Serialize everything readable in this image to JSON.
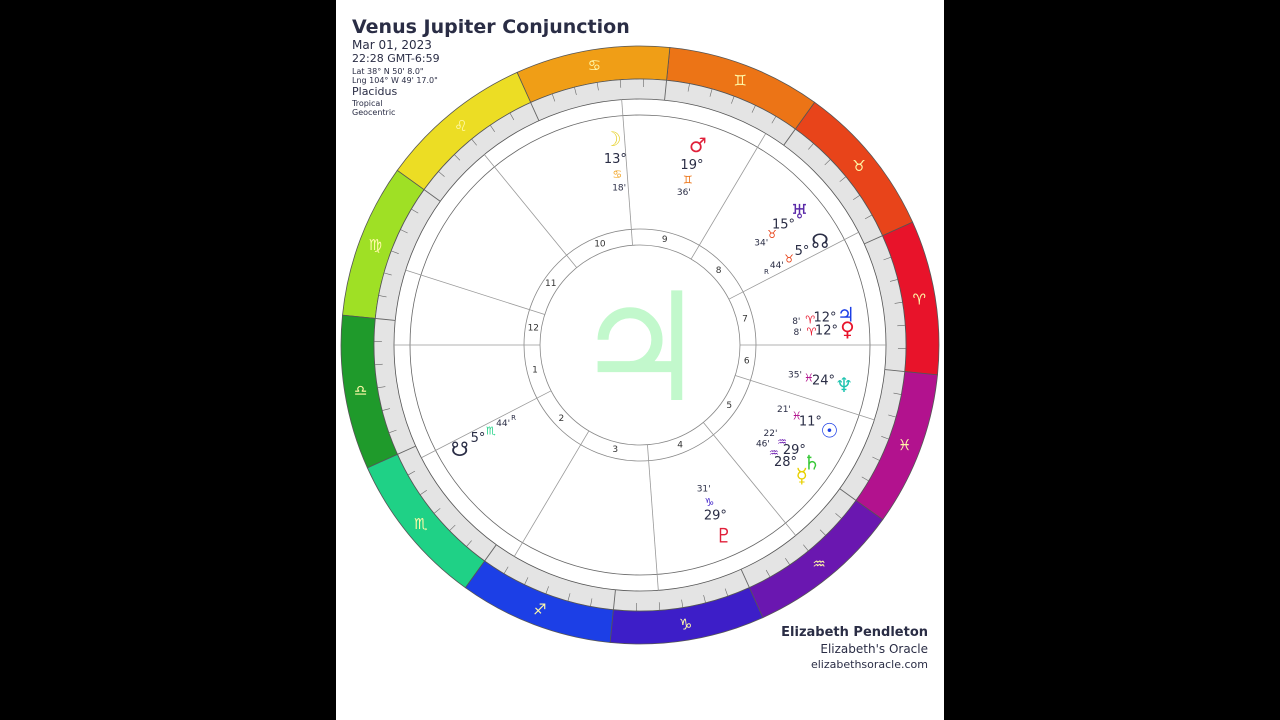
{
  "header": {
    "title": "Venus Jupiter Conjunction",
    "date": "Mar 01, 2023",
    "time": "22:28 GMT-6:59",
    "latitude": "Lat 38° N 50' 8.0\"",
    "longitude": "Lng 104° W 49' 17.0\"",
    "house_system": "Placidus",
    "zodiac": "Tropical",
    "reference": "Geocentric"
  },
  "footer": {
    "author": "Elizabeth Pendleton",
    "brand": "Elizabeth's Oracle",
    "website": "elizabethsoracle.com"
  },
  "chart_data": {
    "type": "natal-wheel",
    "ascendant_longitude": 185.73,
    "signs": [
      {
        "name": "Aries",
        "glyph": "♈",
        "color": "#e8132a"
      },
      {
        "name": "Taurus",
        "glyph": "♉",
        "color": "#e8441a"
      },
      {
        "name": "Gemini",
        "glyph": "♊",
        "color": "#ec7416"
      },
      {
        "name": "Cancer",
        "glyph": "♋",
        "color": "#f09e16"
      },
      {
        "name": "Leo",
        "glyph": "♌",
        "color": "#ecdd24"
      },
      {
        "name": "Virgo",
        "glyph": "♍",
        "color": "#9fe025"
      },
      {
        "name": "Libra",
        "glyph": "♎",
        "color": "#1f9a2b"
      },
      {
        "name": "Scorpio",
        "glyph": "♏",
        "color": "#1fd186"
      },
      {
        "name": "Sagittarius",
        "glyph": "♐",
        "color": "#1c3fe6"
      },
      {
        "name": "Capricorn",
        "glyph": "♑",
        "color": "#3d1ec8"
      },
      {
        "name": "Aquarius",
        "glyph": "♒",
        "color": "#6a17b0"
      },
      {
        "name": "Pisces",
        "glyph": "♓",
        "color": "#b2128e"
      }
    ],
    "house_cusps": [
      {
        "house": "1",
        "longitude": 185.73
      },
      {
        "house": "2",
        "longitude": 213
      },
      {
        "house": "3",
        "longitude": 245
      },
      {
        "house": "4",
        "longitude": 280
      },
      {
        "house": "5",
        "longitude": 315
      },
      {
        "house": "6",
        "longitude": 348
      },
      {
        "house": "7",
        "longitude": 5.73
      },
      {
        "house": "8",
        "longitude": 33
      },
      {
        "house": "9",
        "longitude": 65
      },
      {
        "house": "10",
        "longitude": 100
      },
      {
        "house": "11",
        "longitude": 135
      },
      {
        "house": "12",
        "longitude": 168
      }
    ],
    "bodies": [
      {
        "name": "Moon",
        "glyph": "☽",
        "color": "#e8d43a",
        "deg": "13°",
        "sign_glyph": "♋",
        "sign_color": "#f09e16",
        "min": "18'",
        "retro": "",
        "longitude": 103.3,
        "order": "glyph-deg-sign-min"
      },
      {
        "name": "Mars",
        "glyph": "♂",
        "color": "#e0203a",
        "deg": "19°",
        "sign_glyph": "♊",
        "sign_color": "#ec7416",
        "min": "36'",
        "retro": "",
        "longitude": 79.6,
        "order": "glyph-deg-sign-min"
      },
      {
        "name": "Uranus",
        "glyph": "♅",
        "color": "#5a2aa8",
        "deg": "15°",
        "sign_glyph": "♉",
        "sign_color": "#e8441a",
        "min": "34'",
        "retro": "",
        "longitude": 45.6,
        "order": "min-sign-deg-glyph"
      },
      {
        "name": "North Node",
        "glyph": "☊",
        "color": "#2a2d45",
        "deg": "5°",
        "sign_glyph": "♉",
        "sign_color": "#e8441a",
        "min": "44'",
        "retro": "R",
        "longitude": 35.7,
        "order": "retro-min-sign-deg-glyph"
      },
      {
        "name": "Jupiter",
        "glyph": "♃",
        "color": "#1c3fe6",
        "deg": "12°",
        "sign_glyph": "♈",
        "sign_color": "#e8132a",
        "min": "8'",
        "retro": "",
        "longitude": 12.1,
        "order": "min-sign-deg-glyph"
      },
      {
        "name": "Venus",
        "glyph": "♀",
        "color": "#e8132a",
        "deg": "12°",
        "sign_glyph": "♈",
        "sign_color": "#e8132a",
        "min": "8'",
        "retro": "",
        "longitude": 12.1,
        "order": "min-sign-deg-glyph"
      },
      {
        "name": "Neptune",
        "glyph": "♆",
        "color": "#1fc4b0",
        "deg": "24°",
        "sign_glyph": "♓",
        "sign_color": "#b2128e",
        "min": "35'",
        "retro": "",
        "longitude": 354.6,
        "order": "min-sign-deg-glyph"
      },
      {
        "name": "Sun",
        "glyph": "☉",
        "color": "#1c3fe6",
        "deg": "11°",
        "sign_glyph": "♓",
        "sign_color": "#b2128e",
        "min": "21'",
        "retro": "",
        "longitude": 341.4,
        "order": "min-sign-deg-glyph"
      },
      {
        "name": "Saturn",
        "glyph": "♄",
        "color": "#38c838",
        "deg": "29°",
        "sign_glyph": "♒",
        "sign_color": "#6a17b0",
        "min": "22'",
        "retro": "",
        "longitude": 329.4,
        "order": "min-sign-deg-glyph"
      },
      {
        "name": "Mercury",
        "glyph": "☿",
        "color": "#e8d000",
        "deg": "28°",
        "sign_glyph": "♒",
        "sign_color": "#6a17b0",
        "min": "46'",
        "retro": "",
        "longitude": 328.8,
        "order": "min-sign-deg-glyph"
      },
      {
        "name": "Pluto",
        "glyph": "♇",
        "color": "#e0203a",
        "deg": "29°",
        "sign_glyph": "♑",
        "sign_color": "#3d1ec8",
        "min": "31'",
        "retro": "",
        "longitude": 299.5,
        "order": "min-sign-deg-glyph"
      },
      {
        "name": "South Node",
        "glyph": "☋",
        "color": "#2a2d45",
        "deg": "5°",
        "sign_glyph": "♏",
        "sign_color": "#1fd186",
        "min": "44'",
        "retro": "R",
        "longitude": 215.7,
        "order": "glyph-deg-sign-min-retro"
      }
    ],
    "center_glyph": {
      "glyph": "♃",
      "color": "#b8f7c4"
    }
  }
}
